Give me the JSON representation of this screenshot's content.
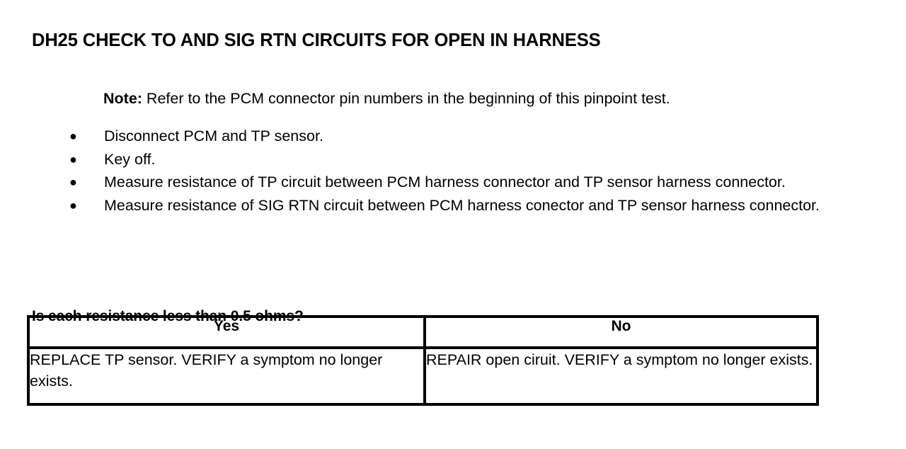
{
  "document": {
    "title": "DH25 CHECK TO AND SIG RTN CIRCUITS FOR OPEN IN HARNESS",
    "note": {
      "label": "Note:",
      "text": " Refer to the PCM connector pin numbers in the beginning of this pinpoint test."
    },
    "bullet_marker": "●",
    "steps": [
      "Disconnect PCM and TP sensor.",
      "Key off.",
      "Measure resistance of TP circuit between PCM harness connector and TP sensor harness connector.",
      "Measure resistance of SIG RTN circuit between PCM harness conector and TP sensor harness connector."
    ],
    "question": "Is each resistance less than 0.5 ohms?",
    "decision_table": {
      "headers": [
        "Yes",
        "No"
      ],
      "rows": [
        [
          "REPLACE TP sensor. VERIFY a symptom no longer exists.",
          "REPAIR open ciruit. VERIFY a symptom no longer exists."
        ]
      ]
    },
    "colors": {
      "text": "#000000",
      "background": "#ffffff",
      "table_border": "#000000"
    }
  }
}
